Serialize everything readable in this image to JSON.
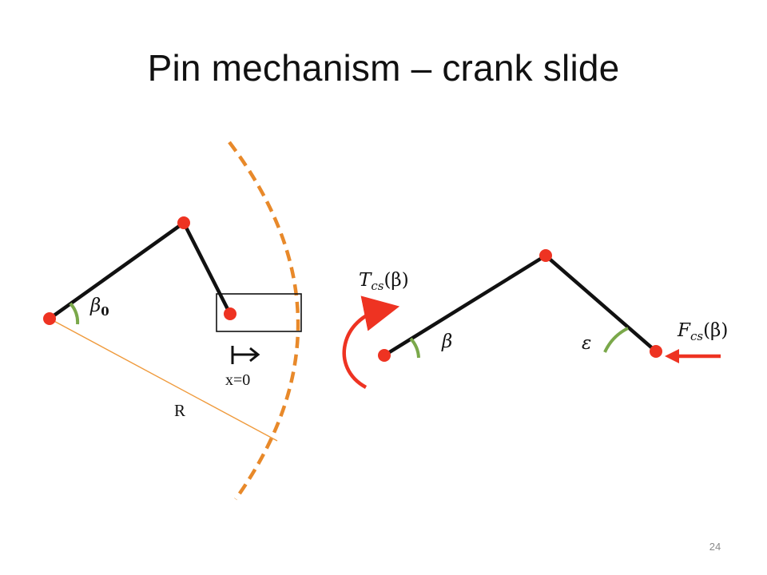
{
  "slide": {
    "title": "Pin mechanism – crank slide",
    "page_number": "24"
  },
  "left_diagram": {
    "angle_label_symbol": "β",
    "angle_label_subscript": "0",
    "radius_label": "R",
    "slide_origin_label": "x=0"
  },
  "right_diagram": {
    "torque_symbol": "T",
    "torque_subscript": "cs",
    "torque_argument": "(β)",
    "force_symbol": "F",
    "force_subscript": "cs",
    "force_argument": "(β)",
    "beta_label": "β",
    "epsilon_label": "ε"
  },
  "colors": {
    "pin": "#ee3322",
    "link": "#111111",
    "arc_dashed": "#e8892a",
    "radius_line": "#ef9a3c",
    "angle_arc": "#7aa84a",
    "load_arrow": "#ee3322"
  }
}
